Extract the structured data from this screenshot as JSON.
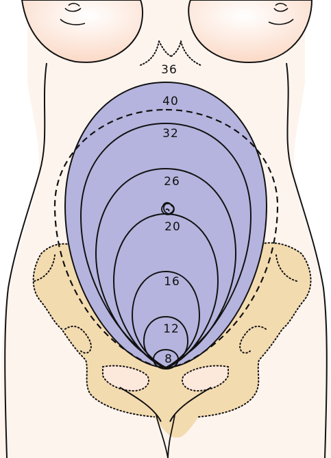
{
  "diagram": {
    "labels": {
      "w36": "36",
      "w40": "40",
      "w32": "32",
      "w26": "26",
      "w20": "20",
      "w16": "16",
      "w12": "12",
      "w8": "8"
    },
    "colors": {
      "skin_light": "#fde8dc",
      "pelvis": "#f3dbb0",
      "uterus_fill": "#b5b4de",
      "outline": "#111111"
    }
  }
}
